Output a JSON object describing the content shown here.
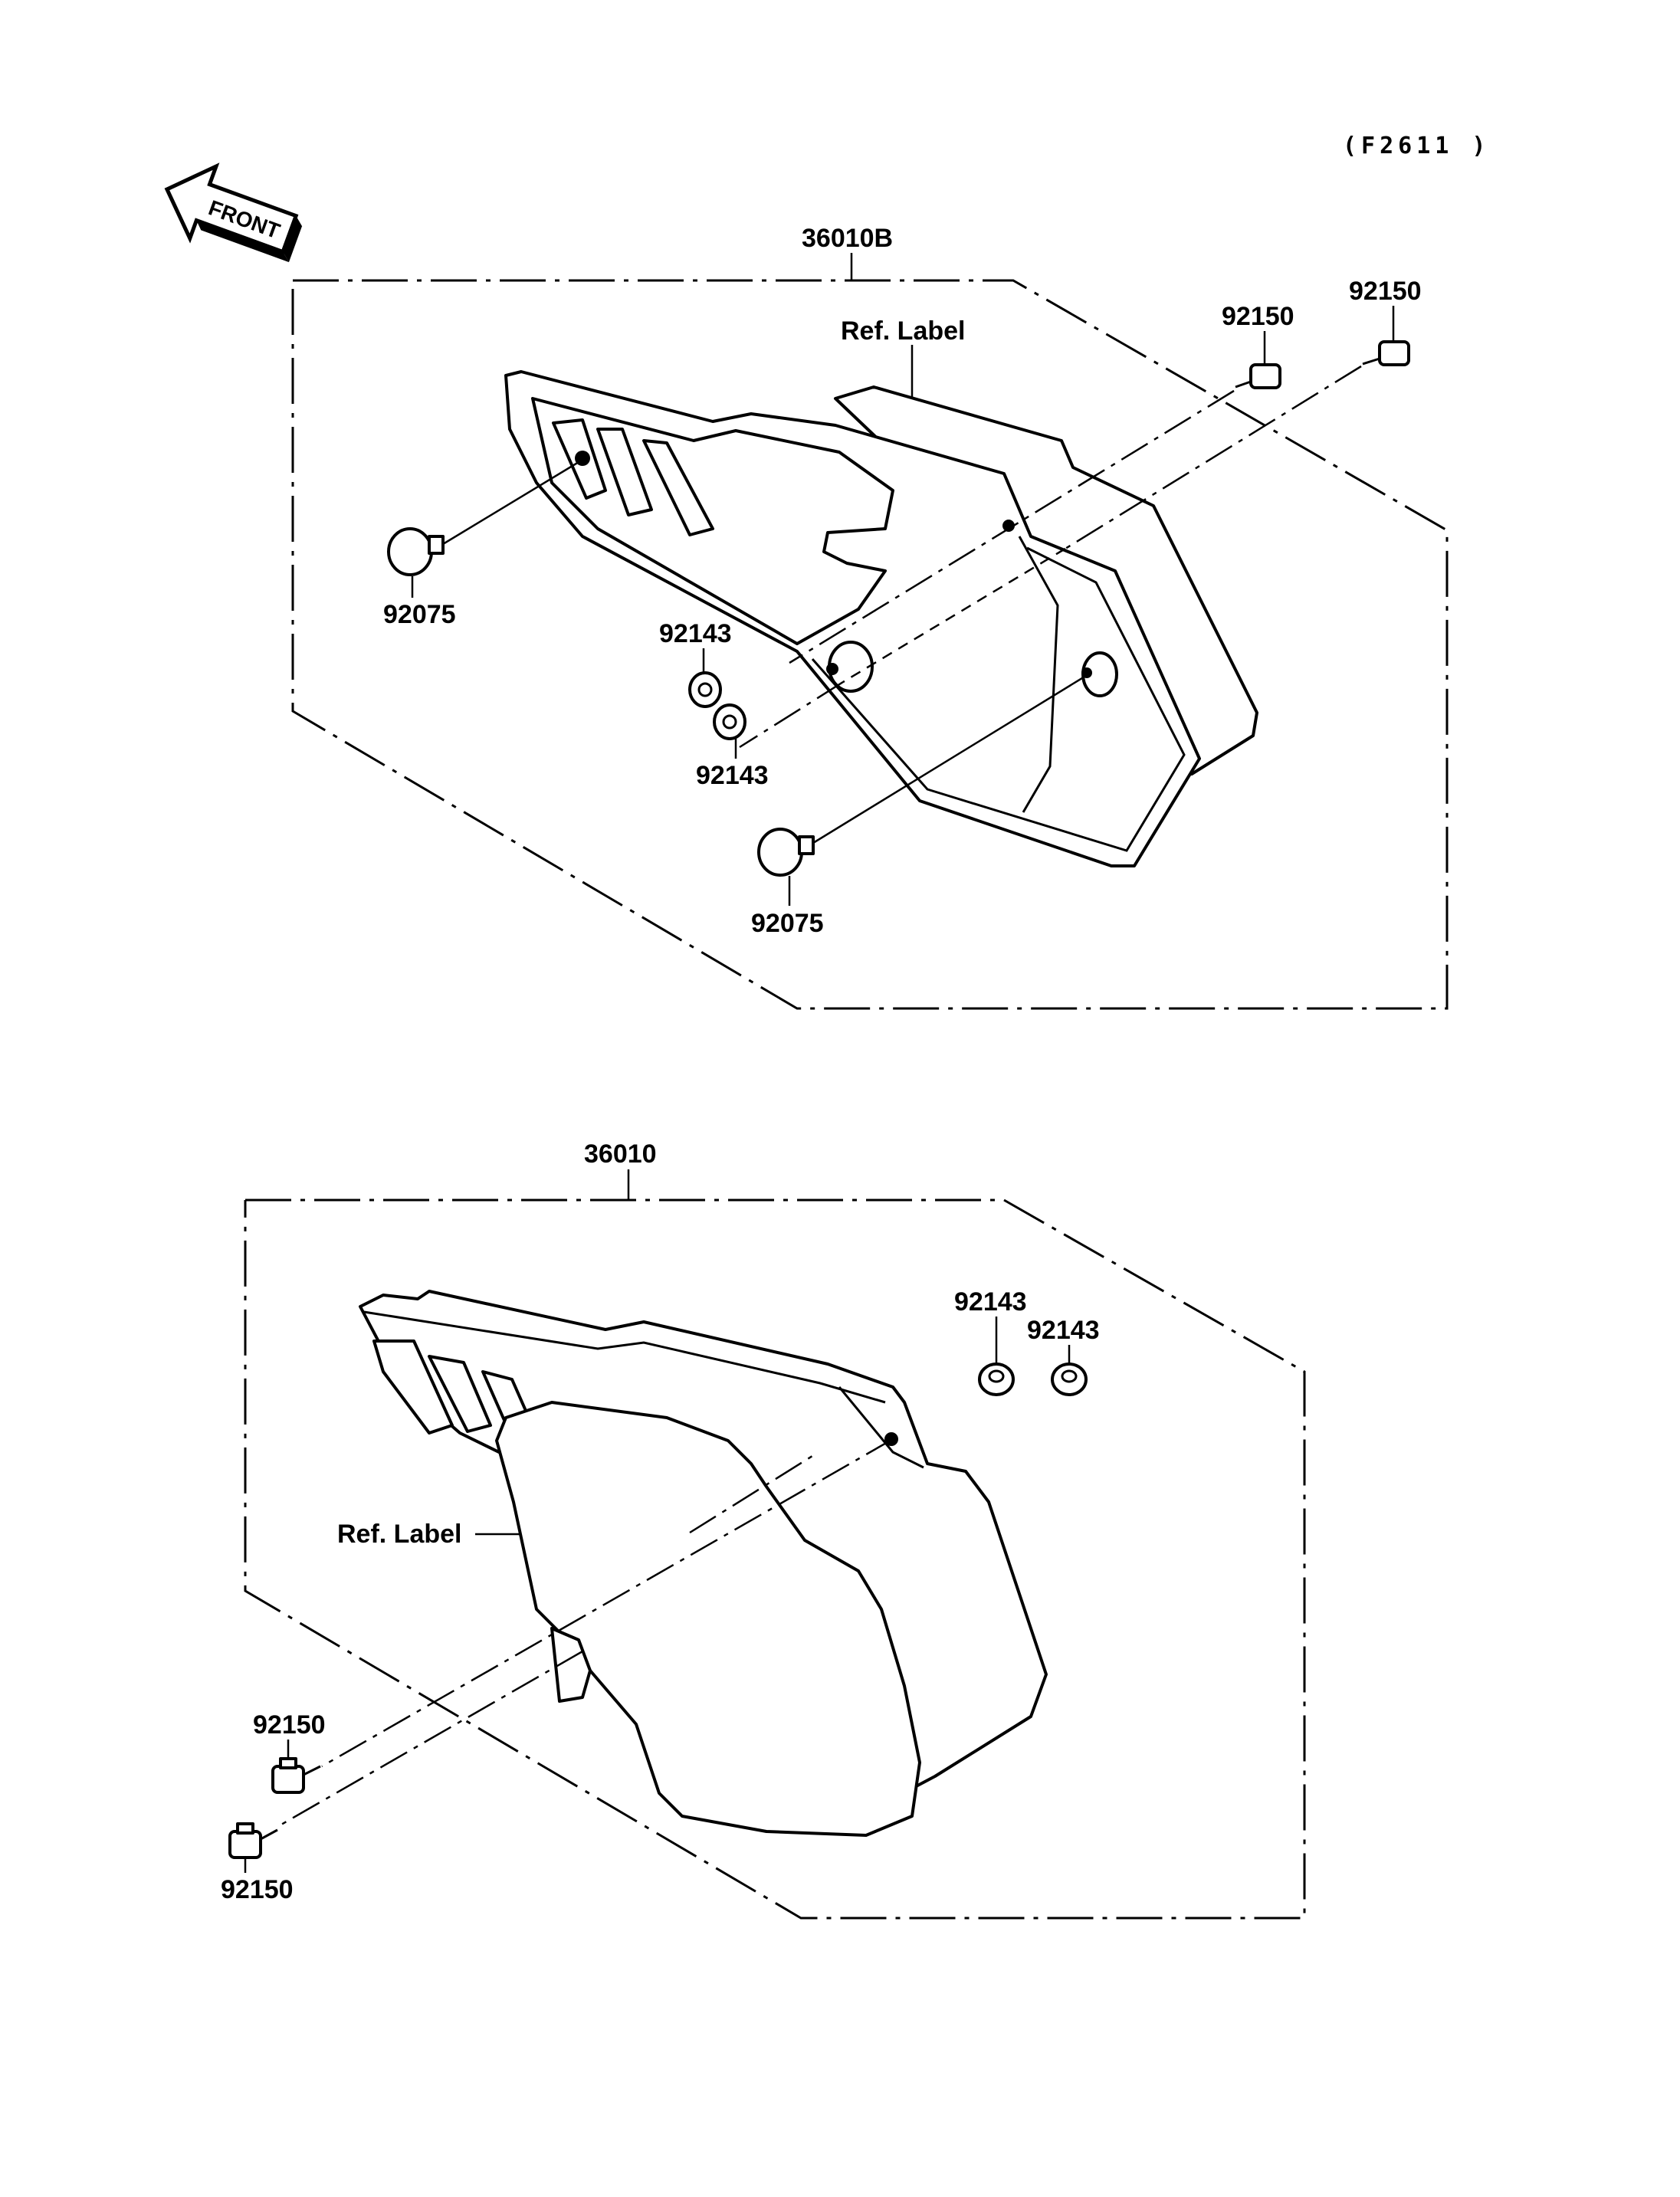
{
  "diagram_code": "(F2611 )",
  "front_arrow_label": "FRONT",
  "upper_assembly": {
    "assembly_number": "36010B",
    "ref_label": "Ref. Label",
    "parts": {
      "bolt_a": "92150",
      "bolt_b": "92150",
      "grommet_upper": "92075",
      "grommet_lower": "92075",
      "collar_a": "92143",
      "collar_b": "92143"
    }
  },
  "lower_assembly": {
    "assembly_number": "36010",
    "ref_label": "Ref. Label",
    "parts": {
      "collar_a": "92143",
      "collar_b": "92143",
      "bolt_a": "92150",
      "bolt_b": "92150"
    }
  }
}
